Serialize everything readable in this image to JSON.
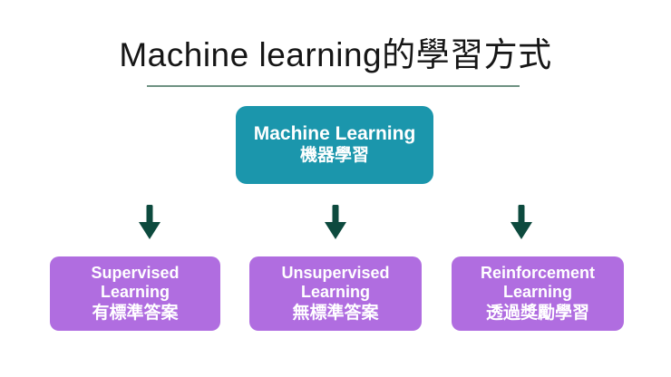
{
  "slide": {
    "title": "Machine learning的學習方式"
  },
  "diagram": {
    "root": {
      "label_en": "Machine Learning",
      "label_zh": "機器學習"
    },
    "connectors": [
      {
        "icon": "down-arrow-icon"
      },
      {
        "icon": "down-arrow-icon"
      },
      {
        "icon": "down-arrow-icon"
      }
    ],
    "children": [
      {
        "label_en_line1": "Supervised",
        "label_en_line2": "Learning",
        "label_zh": "有標準答案"
      },
      {
        "label_en_line1": "Unsupervised",
        "label_en_line2": "Learning",
        "label_zh": "無標準答案"
      },
      {
        "label_en_line1": "Reinforcement",
        "label_en_line2": "Learning",
        "label_zh": "透過獎勵學習"
      }
    ]
  },
  "colors": {
    "teal_box": "#1b96ac",
    "purple_box": "#b06de0",
    "arrow_green": "#0d4a3e",
    "divider_green": "#6e9282",
    "title_text": "#161616",
    "box_text": "#ffffff",
    "background": "#ffffff"
  }
}
